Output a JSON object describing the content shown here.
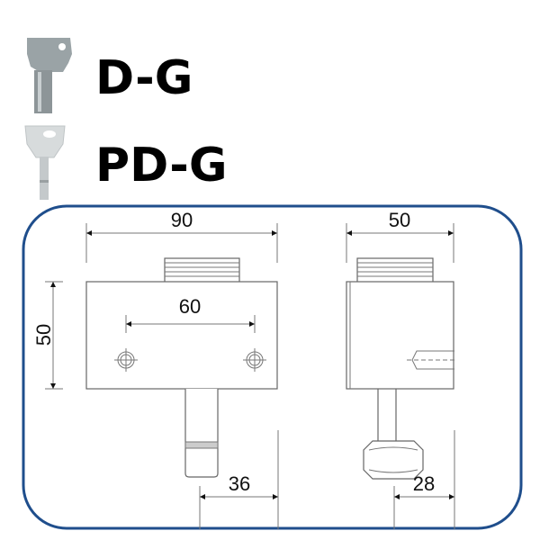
{
  "keys": [
    {
      "label": "D-G",
      "icon": "grey-key-icon"
    },
    {
      "label": "PD-G",
      "icon": "silver-key-icon"
    }
  ],
  "border_color": "#1f4e8c",
  "front_view": {
    "width": "90",
    "hole_spacing": "60",
    "height": "50",
    "pin_offset": "36"
  },
  "side_view": {
    "width": "50",
    "pin_offset": "28"
  }
}
